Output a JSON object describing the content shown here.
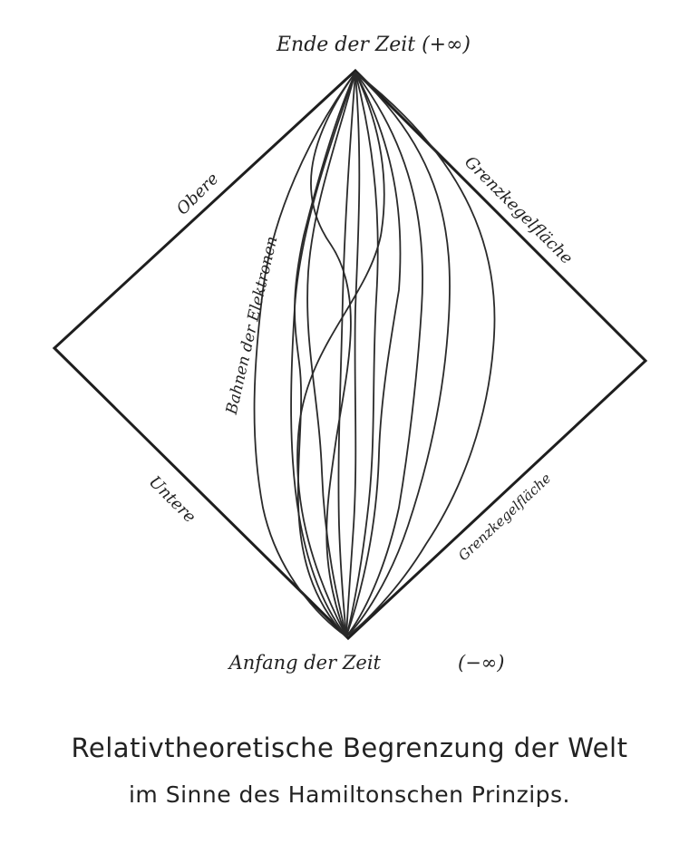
{
  "labels": {
    "top": "Ende der Zeit (+∞)",
    "bottom": "Anfang der Zeit",
    "bottom_sign": "(−∞)",
    "upper_left": "Obere",
    "upper_right": "Grenzkegelfläche",
    "lower_left": "Untere",
    "lower_right": "Grenzkegelfläche",
    "trajectories": "Bahnen der Elektronen"
  },
  "caption": {
    "line1": "Relativtheoretische Begrenzung der Welt",
    "line2": "im Sinne des Hamiltonschen Prinzips."
  },
  "colors": {
    "ink": "#1e1e1e",
    "paper": "#ffffff"
  }
}
